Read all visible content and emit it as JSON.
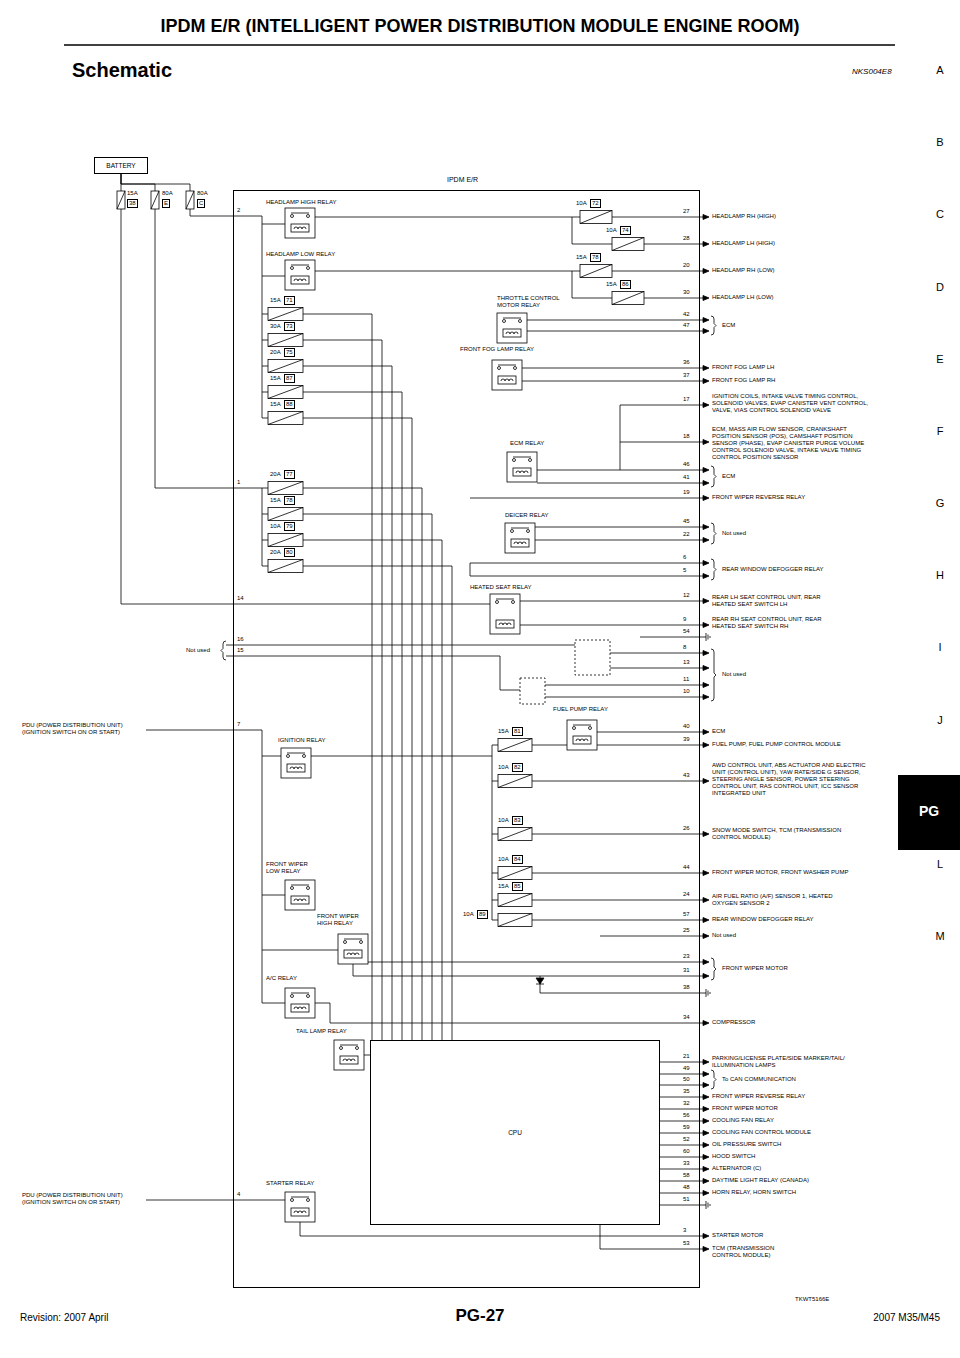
{
  "diagram": {
    "title": "IPDM E/R (INTELLIGENT POWER DISTRIBUTION MODULE ENGINE ROOM)",
    "nodes": [
      {
        "text": [
          "BATTERY"
        ]
      },
      {
        "text": [
          "IPDM E/R"
        ]
      },
      {
        "text": [
          "CPU"
        ],
        "in": 1
      }
    ],
    "edges": [
      {
        "from": 0,
        "to": 1,
        "arrow": "none"
      },
      {
        "from": 0,
        "to": 1,
        "arrow": "none"
      },
      {
        "from": 0,
        "to": 1,
        "arrow": "none"
      }
    ],
    "labels": [
      "Schematic",
      "NKS004E8",
      "A",
      "B",
      "C",
      "D",
      "E",
      "F",
      "G",
      "H",
      "I",
      "J",
      "PG",
      "L",
      "M",
      "15A",
      "38",
      "80A",
      "E",
      "80A",
      "C",
      "2",
      "1",
      "14",
      "16",
      "15",
      "Not used",
      "7",
      "PDU (POWER DISTRIBUTION UNIT) (IGNITION SWITCH ON OR START)",
      "4",
      "PDU (POWER DISTRIBUTION UNIT) (IGNITION SWITCH ON OR START)",
      "HEADLAMP HIGH RELAY",
      "HEADLAMP LOW RELAY",
      "10A",
      "72",
      "10A",
      "74",
      "15A",
      "78",
      "15A",
      "86",
      "27",
      "HEADLAMP RH (HIGH)",
      "28",
      "HEADLAMP LH (HIGH)",
      "20",
      "HEADLAMP RH (LOW)",
      "30",
      "HEADLAMP LH (LOW)",
      "15A",
      "71",
      "30A",
      "73",
      "20A",
      "75",
      "15A",
      "87",
      "15A",
      "88",
      "20A",
      "77",
      "15A",
      "78",
      "10A",
      "79",
      "20A",
      "80",
      "THROTTLE CONTROL MOTOR RELAY",
      "42",
      "47",
      "ECM",
      "FRONT FOG LAMP RELAY",
      "36",
      "FRONT FOG LAMP LH",
      "37",
      "FRONT FOG LAMP RH",
      "17",
      "IGNITION COILS, INTAKE VALVE TIMING CONTROL, SOLENOID VALVES, EVAP CANISTER VENT CONTROL, VALVE, VIAS CONTROL SOLENOID VALVE",
      "18",
      "ECM, MASS AIR FLOW SENSOR, CRANKSHAFT POSITION SENSOR (POS), CAMSHAFT POSITION SENSOR (PHASE), EVAP CANISTER PURGE VOLUME CONTROL SOLENOID VALVE, INTAKE VALVE TIMING CONTROL POSITION SENSOR",
      "ECM RELAY",
      "46",
      "41",
      "ECM",
      "19",
      "FRONT WIPER REVERSE RELAY",
      "DEICER RELAY",
      "45",
      "22",
      "Not used",
      "6",
      "5",
      "REAR WINDOW DEFOGGER RELAY",
      "HEATED SEAT RELAY",
      "12",
      "REAR LH SEAT CONTROL UNIT, REAR HEATED SEAT SWITCH LH",
      "9",
      "REAR RH SEAT CONTROL UNIT, REAR HEATED SEAT SWITCH RH",
      "54",
      "8",
      "13",
      "11",
      "10",
      "Not used",
      "FUEL PUMP RELAY",
      "IGNITION RELAY",
      "15A",
      "81",
      "40",
      "ECM",
      "39",
      "FUEL PUMP, FUEL PUMP CONTROL MODULE",
      "10A",
      "82",
      "43",
      "AWD CONTROL UNIT, ABS ACTUATOR AND ELECTRIC UNIT (CONTROL UNIT), YAW RATE/SIDE G SENSOR, STEERING ANGLE SENSOR, POWER STEERING CONTROL UNIT, RAS CONTROL UNIT, ICC SENSOR INTEGRATED UNIT",
      "10A",
      "83",
      "26",
      "SNOW MODE SWITCH, TCM (TRANSMISSION CONTROL MODULE)",
      "10A",
      "84",
      "44",
      "FRONT WIPER MOTOR, FRONT WASHER PUMP",
      "15A",
      "85",
      "24",
      "AIR FUEL RATIO (A/F) SENSOR 1, HEATED OXYGEN SENSOR 2",
      "10A",
      "89",
      "57",
      "REAR WINDOW DEFOGGER RELAY",
      "25",
      "Not used",
      "FRONT WIPER LOW RELAY",
      "FRONT WIPER HIGH RELAY",
      "23",
      "31",
      "FRONT WIPER MOTOR",
      "38",
      "A/C RELAY",
      "34",
      "COMPRESSOR",
      "TAIL LAMP RELAY",
      "21",
      "PARKING/LICENSE PLATE/SIDE MARKER/TAIL/ ILLUMINATION LAMPS",
      "49",
      "50",
      "To CAN COMMUNICATION",
      "35",
      "FRONT WIPER REVERSE RELAY",
      "32",
      "FRONT WIPER MOTOR",
      "56",
      "COOLING FAN RELAY",
      "59",
      "COOLING FAN CONTROL MODULE",
      "52",
      "OIL PRESSURE SWITCH",
      "60",
      "HOOD SWITCH",
      "33",
      "ALTERNATOR (C)",
      "58",
      "DAYTIME LIGHT RELAY (CANADA)",
      "48",
      "HORN RELAY, HORN SWITCH",
      "51",
      "STARTER RELAY",
      "3",
      "STARTER MOTOR",
      "53",
      "TCM (TRANSMISSION CONTROL MODULE)",
      "TKWT5166E",
      "Revision: 2007 April",
      "PG-27",
      "2007 M35/M45"
    ]
  }
}
